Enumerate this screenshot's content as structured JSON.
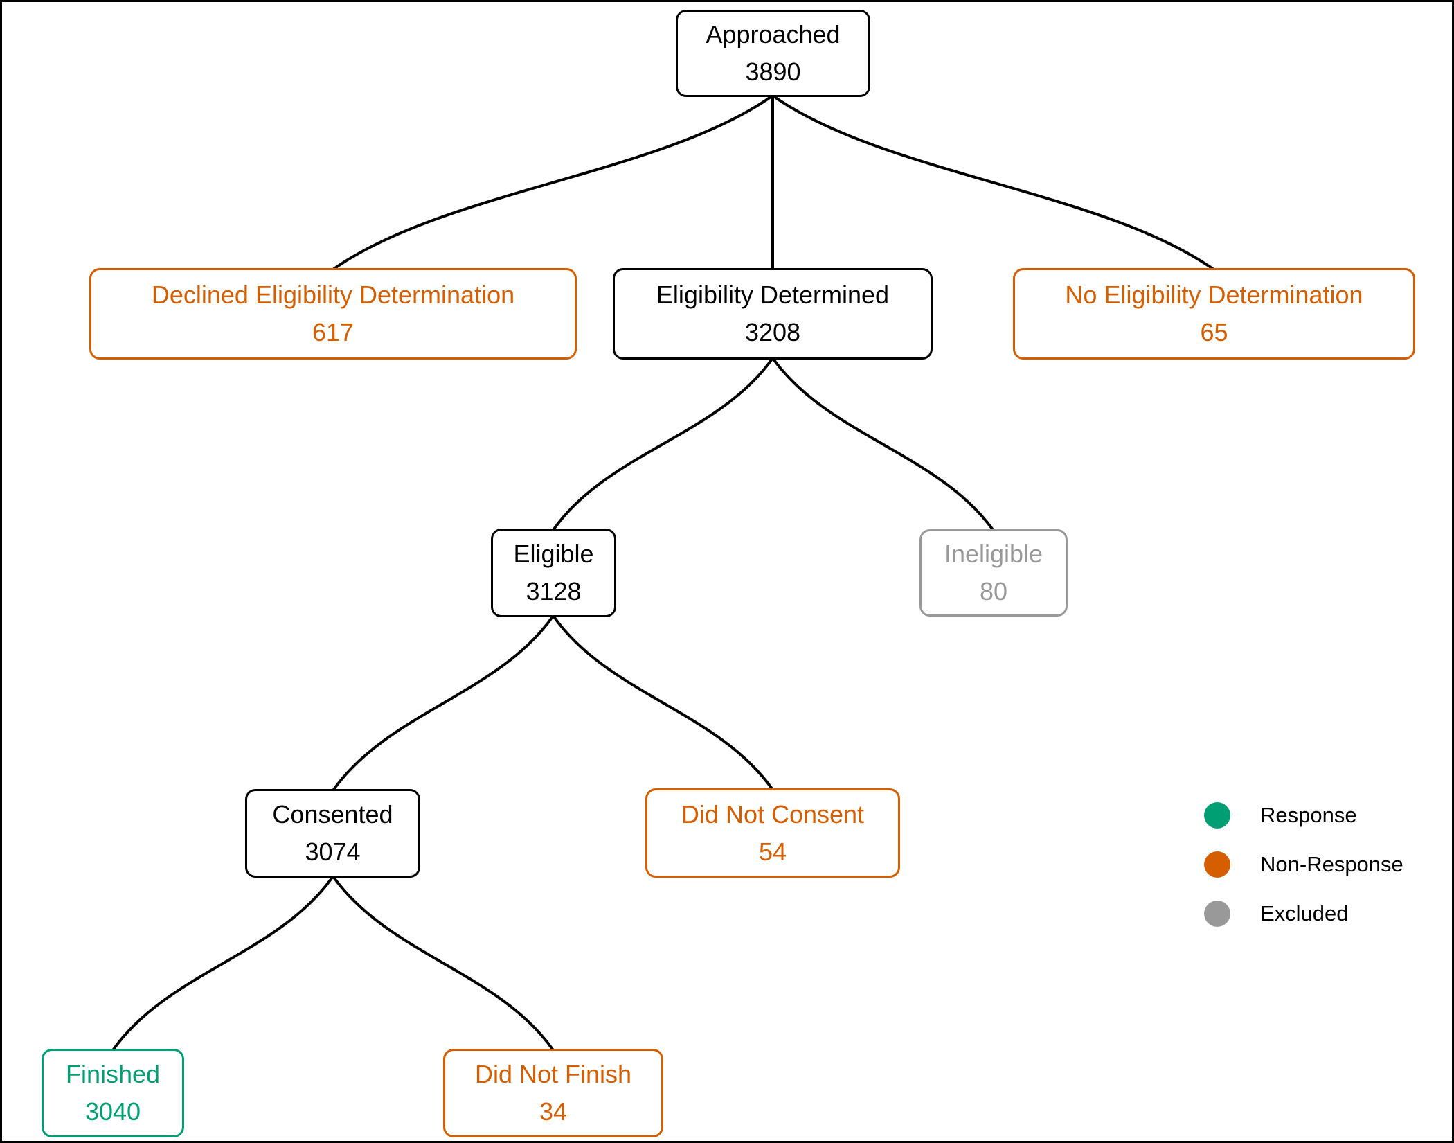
{
  "figure": {
    "type": "participant-flow-diagram",
    "background": "#ffffff",
    "border_color": "#000000",
    "connector_color": "#000000"
  },
  "colors": {
    "default": "#000000",
    "response": "#009E73",
    "non_response": "#D55E00",
    "excluded": "#999999"
  },
  "nodes": {
    "approached": {
      "label": "Approached",
      "count": "3890",
      "status": "default"
    },
    "declined_eligibility": {
      "label": "Declined Eligibility Determination",
      "count": "617",
      "status": "non_response"
    },
    "eligibility_determined": {
      "label": "Eligibility Determined",
      "count": "3208",
      "status": "default"
    },
    "no_eligibility": {
      "label": "No Eligibility Determination",
      "count": "65",
      "status": "non_response"
    },
    "eligible": {
      "label": "Eligible",
      "count": "3128",
      "status": "default"
    },
    "ineligible": {
      "label": "Ineligible",
      "count": "80",
      "status": "excluded"
    },
    "consented": {
      "label": "Consented",
      "count": "3074",
      "status": "default"
    },
    "did_not_consent": {
      "label": "Did Not Consent",
      "count": "54",
      "status": "non_response"
    },
    "finished": {
      "label": "Finished",
      "count": "3040",
      "status": "response"
    },
    "did_not_finish": {
      "label": "Did Not Finish",
      "count": "34",
      "status": "non_response"
    }
  },
  "edges": [
    {
      "from": "approached",
      "to": "declined_eligibility"
    },
    {
      "from": "approached",
      "to": "eligibility_determined"
    },
    {
      "from": "approached",
      "to": "no_eligibility"
    },
    {
      "from": "eligibility_determined",
      "to": "eligible"
    },
    {
      "from": "eligibility_determined",
      "to": "ineligible"
    },
    {
      "from": "eligible",
      "to": "consented"
    },
    {
      "from": "eligible",
      "to": "did_not_consent"
    },
    {
      "from": "consented",
      "to": "finished"
    },
    {
      "from": "consented",
      "to": "did_not_finish"
    }
  ],
  "legend": {
    "items": [
      {
        "label": "Response",
        "color": "#009E73",
        "icon": "circle"
      },
      {
        "label": "Non-Response",
        "color": "#D55E00",
        "icon": "circle"
      },
      {
        "label": "Excluded",
        "color": "#999999",
        "icon": "circle"
      }
    ]
  }
}
